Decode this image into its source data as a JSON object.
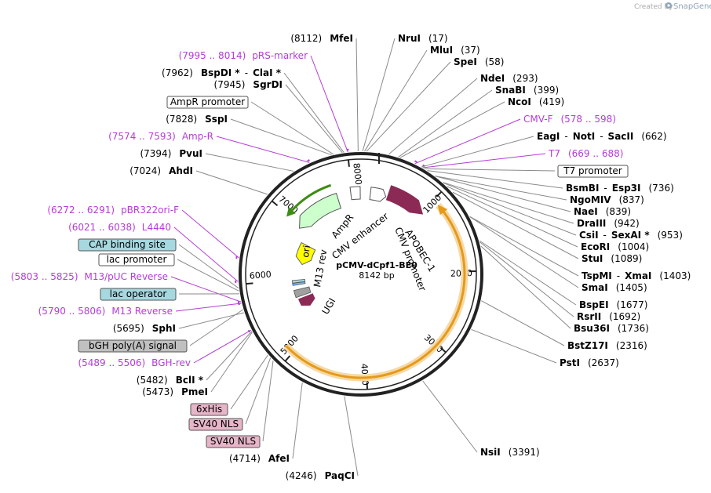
{
  "branding": {
    "prefix": "Created by",
    "name": "SnapGene"
  },
  "plasmid": {
    "name": "pCMV-dCpf1-BE0",
    "size": "8142 bp"
  },
  "ruler": [
    "1000",
    "2000",
    "3000",
    "4000",
    "5000",
    "6000",
    "7000",
    "8000"
  ],
  "features": {
    "apobec": "APOBEC-1",
    "cmv_promoter": "CMV promoter",
    "cmv_enhancer": "CMV enhancer",
    "ampr": "AmpR",
    "ori": "ori",
    "m13rev": "M13 rev",
    "ugi": "UGI"
  },
  "left_labels": [
    {
      "pos": "(8112)",
      "name": "MfeI"
    },
    {
      "range": "(7995 .. 8014)",
      "name": "pRS-marker"
    },
    {
      "pos": "(7962)",
      "name": "BspDI *",
      "sep": "-",
      "name2": "ClaI *"
    },
    {
      "pos": "(7945)",
      "name": "SgrDI"
    },
    {
      "box": "AmpR promoter"
    },
    {
      "pos": "(7828)",
      "name": "SspI"
    },
    {
      "range": "(7574 .. 7593)",
      "name": "Amp-R"
    },
    {
      "pos": "(7394)",
      "name": "PvuI"
    },
    {
      "pos": "(7024)",
      "name": "AhdI"
    },
    {
      "range": "(6272 .. 6291)",
      "name": "pBR322ori-F"
    },
    {
      "range": "(6021 .. 6038)",
      "name": "L4440"
    },
    {
      "box": "CAP binding site"
    },
    {
      "box": "lac promoter"
    },
    {
      "range": "(5803 .. 5825)",
      "name": "M13/pUC Reverse"
    },
    {
      "box": "lac operator"
    },
    {
      "range": "(5790 .. 5806)",
      "name": "M13 Reverse"
    },
    {
      "pos": "(5695)",
      "name": "SphI"
    },
    {
      "box": "bGH poly(A) signal"
    },
    {
      "range": "(5489 .. 5506)",
      "name": "BGH-rev"
    },
    {
      "pos": "(5482)",
      "name": "BclI *"
    },
    {
      "pos": "(5473)",
      "name": "PmeI"
    },
    {
      "box": "6xHis"
    },
    {
      "box": "SV40 NLS"
    },
    {
      "box": "SV40 NLS"
    },
    {
      "pos": "(4714)",
      "name": "AfeI"
    },
    {
      "pos": "(4246)",
      "name": "PaqCI"
    }
  ],
  "right_labels": [
    {
      "name": "NruI",
      "pos": "(17)"
    },
    {
      "name": "MluI",
      "pos": "(37)"
    },
    {
      "name": "SpeI",
      "pos": "(58)"
    },
    {
      "name": "NdeI",
      "pos": "(293)"
    },
    {
      "name": "SnaBI",
      "pos": "(399)"
    },
    {
      "name": "NcoI",
      "pos": "(419)"
    },
    {
      "name": "CMV-F",
      "range": "(578 .. 598)"
    },
    {
      "name": "EagI",
      "sep": "-",
      "name2": "NotI",
      "sep2": "-",
      "name3": "SacII",
      "pos": "(662)"
    },
    {
      "name": "T7",
      "range": "(669 .. 688)"
    },
    {
      "box": "T7 promoter"
    },
    {
      "name": "BsmBI",
      "sep": "-",
      "name2": "Esp3I",
      "pos": "(736)"
    },
    {
      "name": "NgoMIV",
      "pos": "(837)"
    },
    {
      "name": "NaeI",
      "pos": "(839)"
    },
    {
      "name": "DraIII",
      "pos": "(942)"
    },
    {
      "name": "CsiI",
      "sep": "-",
      "name2": "SexAI *",
      "pos": "(953)"
    },
    {
      "name": "EcoRI",
      "pos": "(1004)"
    },
    {
      "name": "StuI",
      "pos": "(1089)"
    },
    {
      "name": "TspMI",
      "sep": "-",
      "name2": "XmaI",
      "pos": "(1403)"
    },
    {
      "name": "SmaI",
      "pos": "(1405)"
    },
    {
      "name": "BspEI",
      "pos": "(1677)"
    },
    {
      "name": "RsrII",
      "pos": "(1692)"
    },
    {
      "name": "Bsu36I",
      "pos": "(1736)"
    },
    {
      "name": "BstZ17I",
      "pos": "(2316)"
    },
    {
      "name": "PstI",
      "pos": "(2637)"
    },
    {
      "name": "NsiI",
      "pos": "(3391)"
    }
  ],
  "colors": {
    "backbone": "#222222",
    "purple_label": "#b43cd6",
    "dcpf1_arrow": "#f0a020",
    "apobec": "#8b2a55",
    "ampr_fill": "#ccffcc",
    "ampr_arrow": "#44aa22",
    "ori": "#ffff00",
    "box_blue": "#a6d8e0",
    "box_gray": "#c0c0c0",
    "box_pink": "#e8b4c8"
  }
}
